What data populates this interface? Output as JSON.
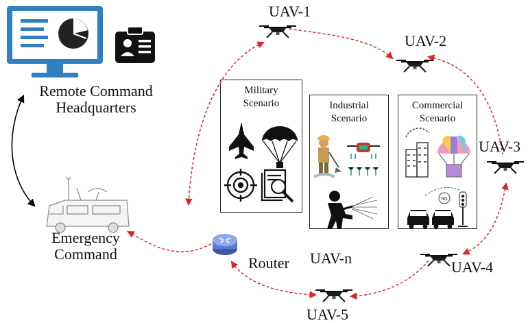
{
  "headquarters": {
    "label_line1": "Remote Command",
    "label_line2": "Headquarters",
    "icon": "monitor-chart-icon",
    "badge_icon": "id-card-icon"
  },
  "emergency": {
    "label_line1": "Emergency",
    "label_line2": "Command",
    "icon": "command-van-icon"
  },
  "router": {
    "label": "Router",
    "icon": "router-icon"
  },
  "uavs": [
    {
      "id": "uav-1",
      "label": "UAV-1"
    },
    {
      "id": "uav-2",
      "label": "UAV-2"
    },
    {
      "id": "uav-3",
      "label": "UAV-3"
    },
    {
      "id": "uav-4",
      "label": "UAV-4"
    },
    {
      "id": "uav-5",
      "label": "UAV-5"
    },
    {
      "id": "uav-n",
      "label": "UAV-n"
    }
  ],
  "scenarios": [
    {
      "line1": "Military",
      "line2": "Scenario",
      "icons": [
        "fighter-jet-icon",
        "parachute-icon",
        "crosshair-icon",
        "search-document-icon"
      ]
    },
    {
      "line1": "Industrial",
      "line2": "Scenario",
      "icons": [
        "worker-icon",
        "agri-drone-icon",
        "firefighter-icon"
      ]
    },
    {
      "line1": "Commercial",
      "line2": "Scenario",
      "icons": [
        "city-icon",
        "delivery-parachute-icon",
        "smart-traffic-icon"
      ]
    }
  ],
  "colors": {
    "link": "#e02424",
    "hq_link": "#000000",
    "monitor": "#2f7fc1",
    "ink": "#1a1a1a"
  }
}
